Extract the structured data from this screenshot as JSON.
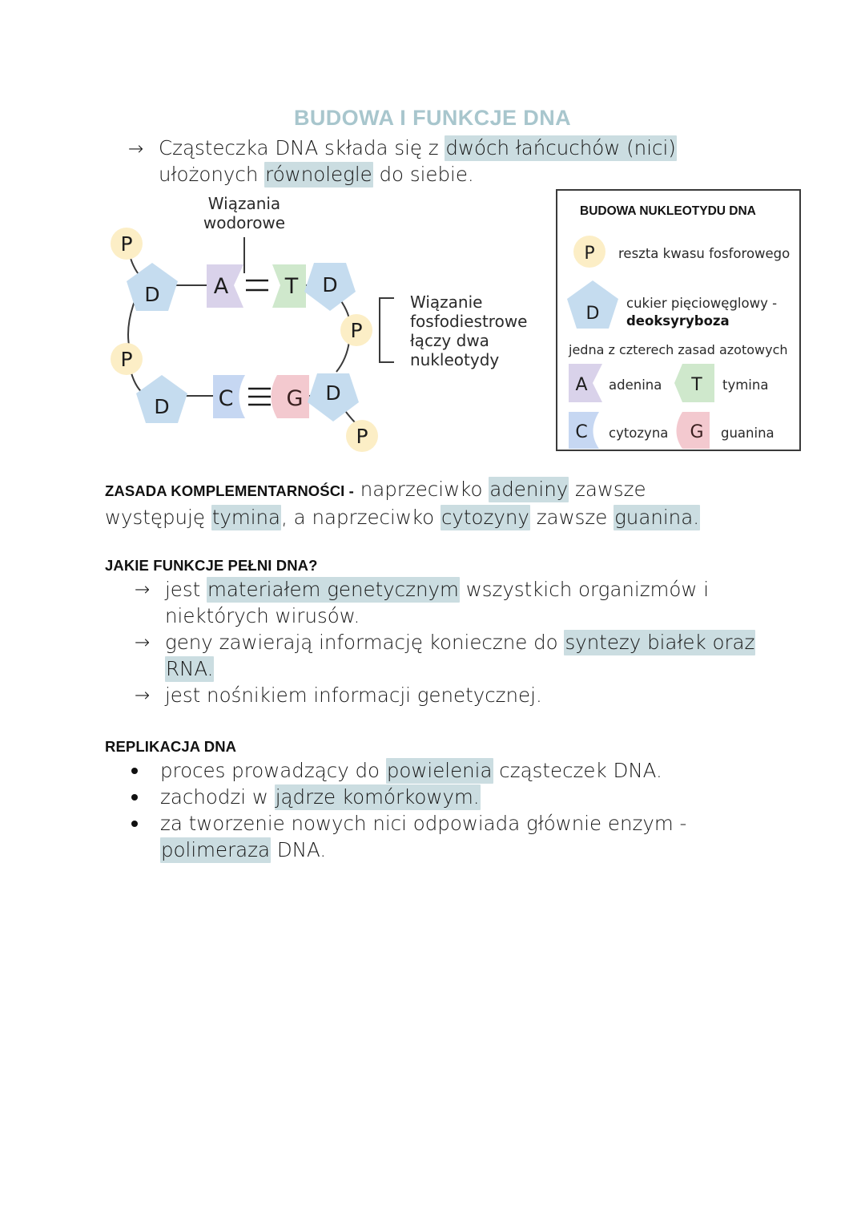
{
  "document": {
    "title": "BUDOWA I FUNKCJE DNA",
    "title_color": "#a8c6cd",
    "highlight_color": "#cbdde1"
  },
  "intro": {
    "arrow": "→",
    "part1": "Cząsteczka DNA składa się z ",
    "hl1": "dwóch łańcuchów (nici)",
    "part2": "ułożonych ",
    "hl2": "równolegle",
    "part3": " do siebie."
  },
  "diagram": {
    "label_hydrogen": "Wiązania\nwodorowe",
    "label_hydrogen_line1": "Wiązania",
    "label_hydrogen_line2": "wodorowe",
    "label_phospho_line1": "Wiązanie",
    "label_phospho_line2": "fosfodiestrowe",
    "label_phospho_line3": "łączy dwa",
    "label_phospho_line4": "nukleotydy",
    "phosphate_letter": "P",
    "sugar_letter": "D",
    "base_a": "A",
    "base_t": "T",
    "base_c": "C",
    "base_g": "G",
    "colors": {
      "phosphate": "#fceec6",
      "sugar": "#c5dcef",
      "adenine": "#d9d2ea",
      "thymine": "#cfe8cc",
      "cytosine": "#c6d7f2",
      "guanine": "#f3c9cf",
      "line": "#3a3a3a"
    }
  },
  "legend": {
    "title": "BUDOWA NUKLEOTYDU DNA",
    "phosphate": {
      "symbol": "P",
      "label": "reszta kwasu fosforowego"
    },
    "sugar": {
      "symbol": "D",
      "label_line1": "cukier pięciowęglowy -",
      "label_line2": "deoksyryboza"
    },
    "bases_heading": "jedna z czterech zasad azotowych",
    "bases": [
      {
        "symbol": "A",
        "label": "adenina"
      },
      {
        "symbol": "T",
        "label": "tymina"
      },
      {
        "symbol": "C",
        "label": "cytozyna"
      },
      {
        "symbol": "G",
        "label": "guanina"
      }
    ]
  },
  "complementarity": {
    "heading": "ZASADA KOMPLEMENTARNOŚCI -",
    "t1": " naprzeciwko ",
    "hl1": "adeniny",
    "t2": " zawsze występuję ",
    "hl2": "tymina",
    "t3": ", a naprzeciwko ",
    "hl3": "cytozyny",
    "t4": " zawsze ",
    "hl4": "guanina."
  },
  "functions": {
    "heading": "JAKIE FUNKCJE PEŁNI DNA?",
    "arrow": "→",
    "items": [
      {
        "t1": "jest ",
        "hl": "materiałem genetycznym",
        "t2": " wszystkich organizmów i niektórych wirusów."
      },
      {
        "t1": "geny zawierają informację konieczne do ",
        "hl": "syntezy białek oraz RNA.",
        "t2": ""
      },
      {
        "t1": "jest nośnikiem informacji genetycznej.",
        "hl": "",
        "t2": ""
      }
    ]
  },
  "replication": {
    "heading": "REPLIKACJA DNA",
    "items": [
      {
        "t1": "proces prowadzący do ",
        "hl": "powielenia",
        "t2": " cząsteczek DNA."
      },
      {
        "t1": "zachodzi w ",
        "hl": "jądrze komórkowym.",
        "t2": ""
      },
      {
        "t1": "za tworzenie nowych nici odpowiada głównie enzym - ",
        "hl": "polimeraza",
        "t2": " DNA."
      }
    ]
  }
}
